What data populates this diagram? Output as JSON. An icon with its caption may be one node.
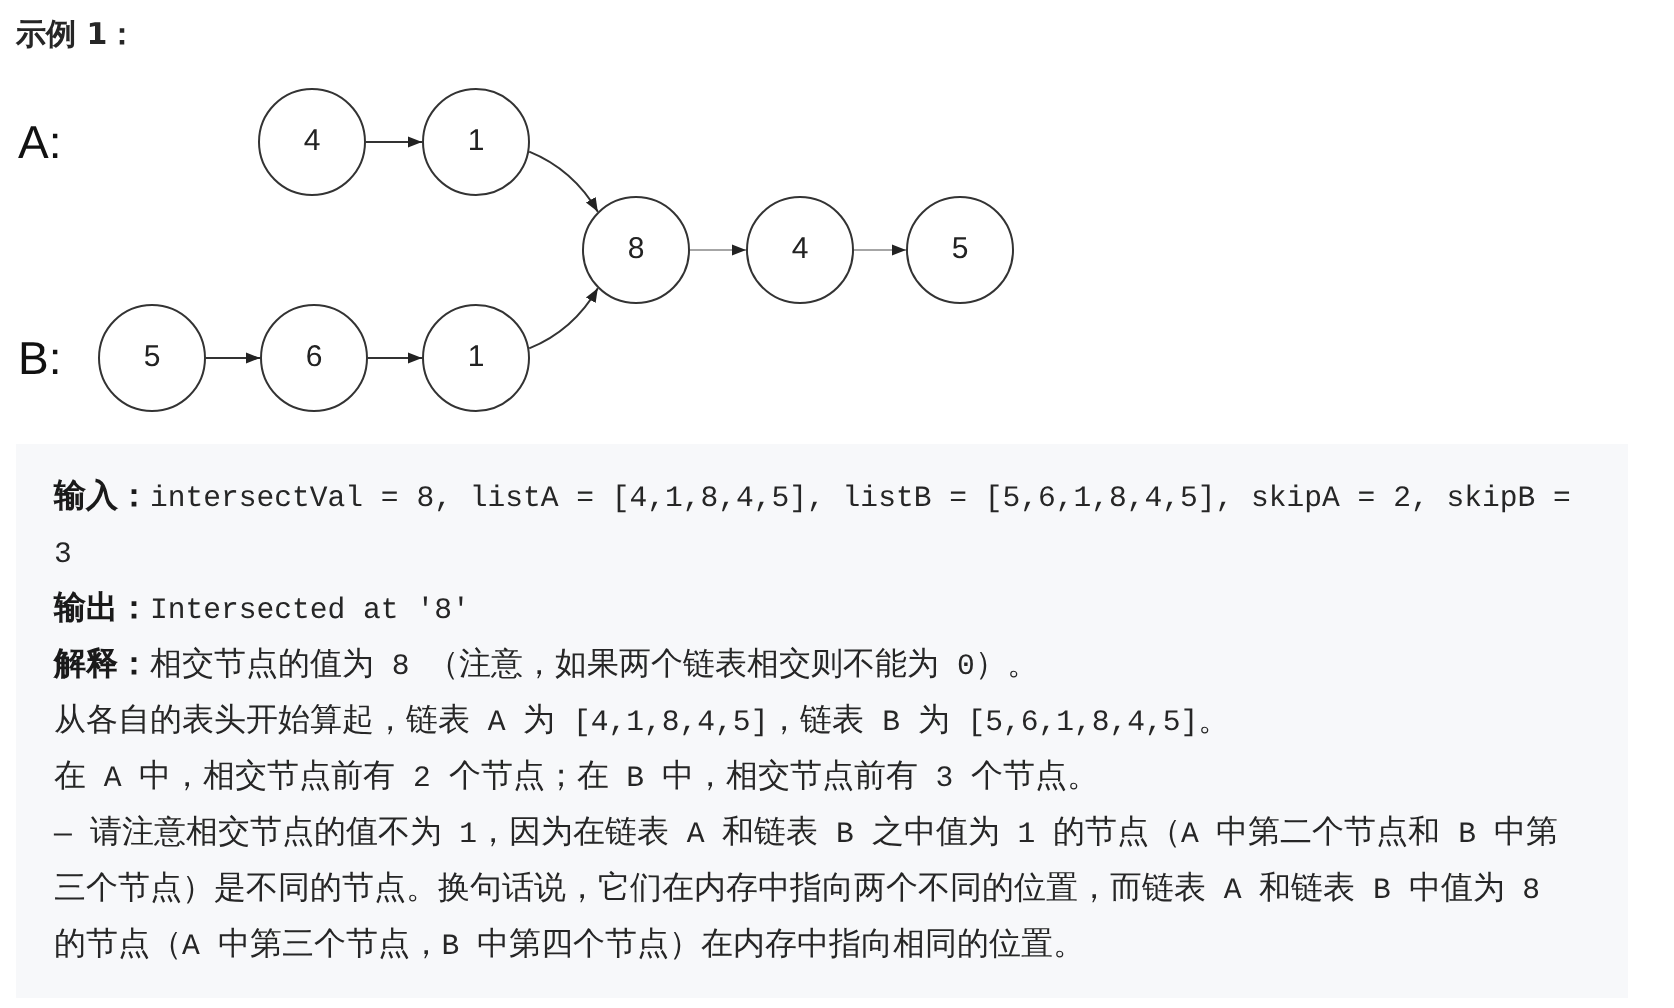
{
  "diagram": {
    "title": "示例 1：",
    "nodes": [
      {
        "text": [
          "4"
        ]
      },
      {
        "text": [
          "1"
        ]
      },
      {
        "text": [
          "8"
        ]
      },
      {
        "text": [
          "4"
        ]
      },
      {
        "text": [
          "5"
        ]
      },
      {
        "text": [
          "5"
        ]
      },
      {
        "text": [
          "6"
        ]
      },
      {
        "text": [
          "1"
        ]
      }
    ],
    "edges": [
      {
        "from": 0,
        "to": 1,
        "arrow": "to"
      },
      {
        "from": 1,
        "to": 2,
        "arrow": "to"
      },
      {
        "from": 2,
        "to": 3,
        "arrow": "to",
        "color": "#a6a6a6"
      },
      {
        "from": 3,
        "to": 4,
        "arrow": "to",
        "color": "#a6a6a6"
      },
      {
        "from": 5,
        "to": 6,
        "arrow": "to"
      },
      {
        "from": 6,
        "to": 7,
        "arrow": "to"
      },
      {
        "from": 7,
        "to": 2,
        "arrow": "to"
      }
    ],
    "labels": [
      "A:",
      "B:",
      "**输入：**intersectVal = 8, listA = [4,1,8,4,5], listB = [5,6,1,8,4,5], skipA = 2, skipB = 3",
      "**输出：**Intersected at '8'",
      "**解释：**相交节点的值为 8 （注意，如果两个链表相交则不能为 0）。",
      "从各自的表头开始算起，链表 A 为 [4,1,8,4,5]，链表 B 为 [5,6,1,8,4,5]。",
      "在 A 中，相交节点前有 2 个节点；在 B 中，相交节点前有 3 个节点。",
      "— 请注意相交节点的值不为 1，因为在链表 A 和链表 B 之中值为 1 的节点（A 中第二个节点和 B 中第三个节点）是不同的节点。换句话说，它们在内存中指向两个不同的位置，而链表 A 和链表 B 中值为 8 的节点（A 中第三个节点，B 中第四个节点）在内存中指向相同的位置。"
    ]
  }
}
